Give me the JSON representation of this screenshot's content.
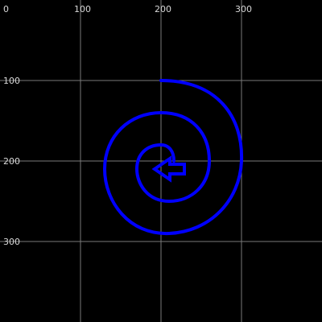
{
  "canvas": {
    "background": "#000000",
    "grid_color": "#7a7a7a",
    "label_color": "#d8d8d8",
    "x_tick_labels": [
      "0",
      "100",
      "200",
      "300"
    ],
    "y_tick_labels": [
      "100",
      "200",
      "300"
    ]
  },
  "drawing": {
    "stroke_color": "#0000ff",
    "spiral_shape": "clockwise spiral from outer start point inward",
    "arrow_shape": "block arrow at spiral center pointing left"
  }
}
